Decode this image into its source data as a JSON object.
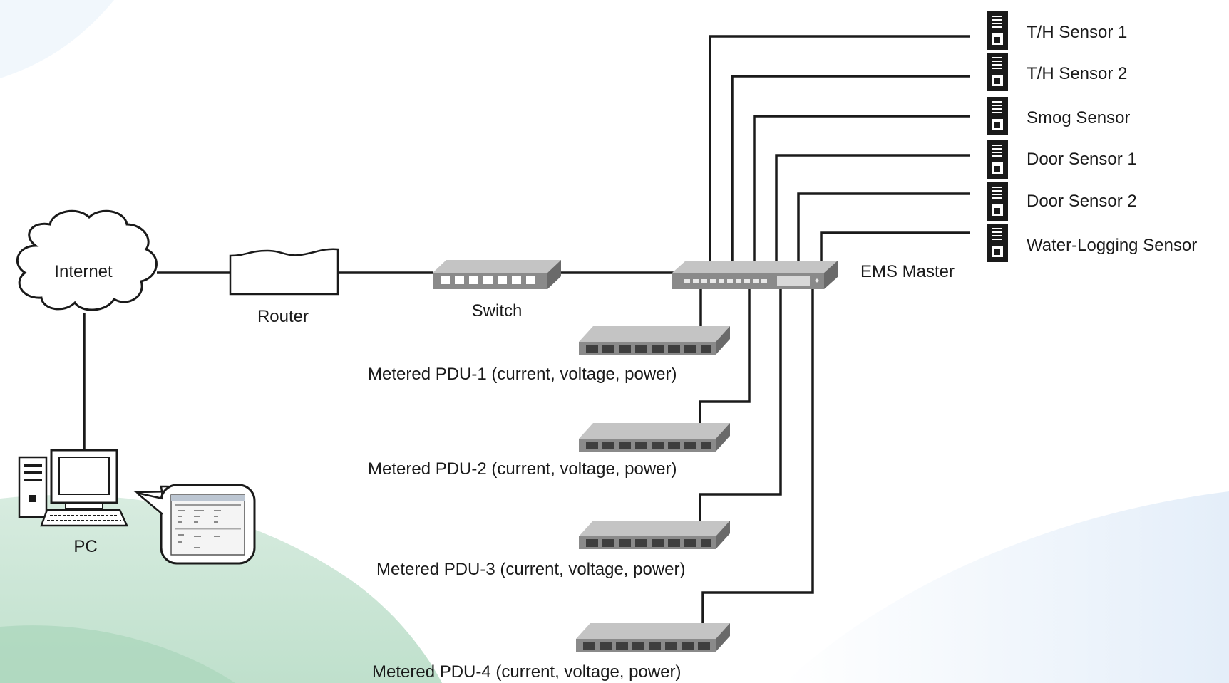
{
  "colors": {
    "line": "#1a1a1a",
    "device_top": "#c4c4c4",
    "device_front": "#8a8a8a",
    "device_side": "#6a6a6a",
    "port": "#3e3e3e",
    "green_wave": "#cfe6d9",
    "blue_wave": "#e9f1fa"
  },
  "network": {
    "internet": "Internet",
    "router": "Router",
    "switch": "Switch",
    "ems_master": "EMS Master",
    "pc": "PC"
  },
  "sensors": [
    {
      "label": "T/H Sensor 1",
      "icon": "sensor-device-icon"
    },
    {
      "label": "T/H Sensor 2",
      "icon": "sensor-device-icon"
    },
    {
      "label": "Smog Sensor",
      "icon": "sensor-device-icon"
    },
    {
      "label": "Door Sensor 1",
      "icon": "sensor-device-icon"
    },
    {
      "label": "Door Sensor 2",
      "icon": "sensor-device-icon"
    },
    {
      "label": "Water-Logging Sensor",
      "icon": "sensor-device-icon"
    }
  ],
  "pdus": [
    {
      "label": "Metered PDU-1 (current, voltage, power)",
      "icon": "pdu-icon"
    },
    {
      "label": "Metered PDU-2 (current, voltage, power)",
      "icon": "pdu-icon"
    },
    {
      "label": "Metered PDU-3 (current, voltage, power)",
      "icon": "pdu-icon"
    },
    {
      "label": "Metered PDU-4 (current, voltage, power)",
      "icon": "pdu-icon"
    }
  ]
}
